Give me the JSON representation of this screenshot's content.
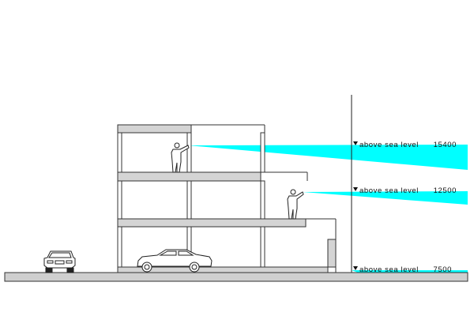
{
  "levels": [
    {
      "label": "above sea level",
      "value": "15400"
    },
    {
      "label": "above sea level",
      "value": "12500"
    },
    {
      "label": "above sea level",
      "value": "7500"
    }
  ],
  "colors": {
    "sightline": "#00ffff",
    "slab": "#d4d4d4",
    "ground": "#cfcfcf",
    "line": "#222222"
  }
}
